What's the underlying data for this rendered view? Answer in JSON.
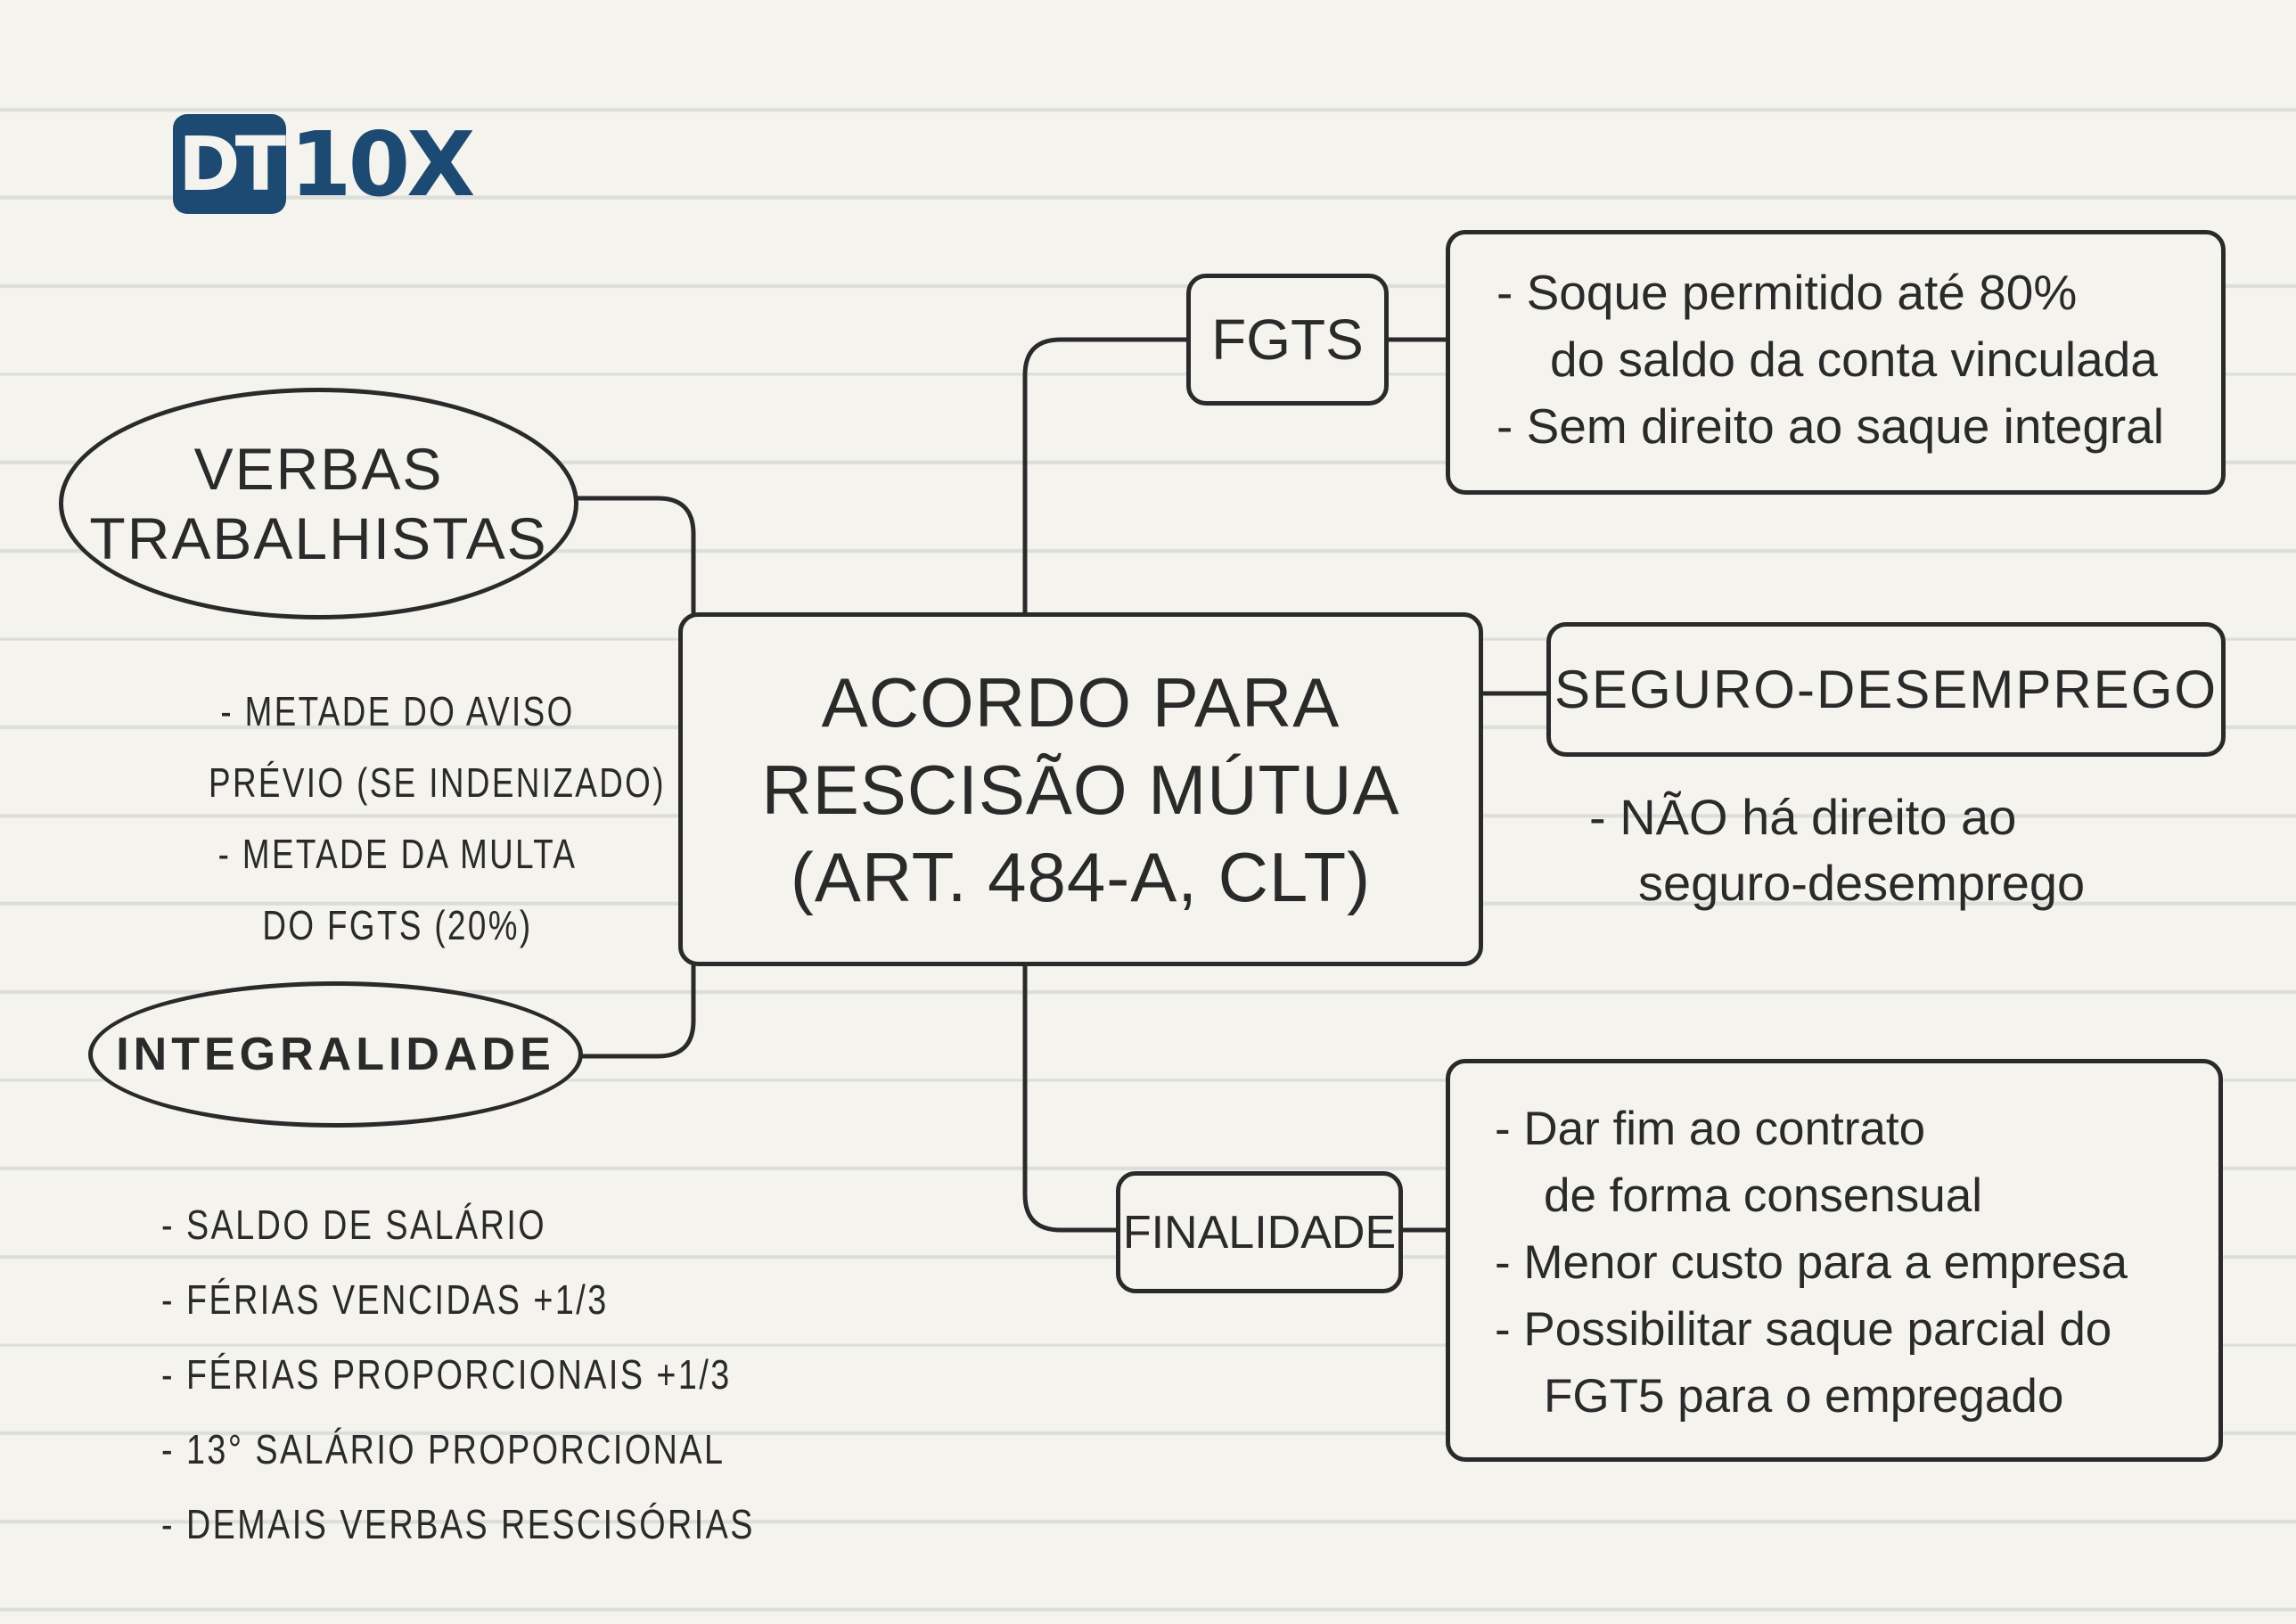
{
  "logo": {
    "part1": "DT",
    "part2": "10X",
    "brand_color": "#1d4a72"
  },
  "center": {
    "line1": "ACORDO PARA",
    "line2": "RESCISÃO MÚTUA",
    "line3": "(ART. 484-A, CLT)"
  },
  "verbas": {
    "title_line1": "VERBAS",
    "title_line2": "TRABALHISTAS",
    "notes": [
      "- METADE DO AVISO",
      "PRÉVIO (SE INDENIZADO)",
      "- METADE DA MULTA",
      "DO FGTS (20%)"
    ]
  },
  "integralidade": {
    "title": "INTEGRALIDADE",
    "items": [
      "- SALDO DE SALÁRIO",
      "- FÉRIAS VENCIDAS +1/3",
      "- FÉRIAS PROPORCIONAIS +1/3",
      "- 13° SALÁRIO PROPORCIONAL",
      "- DEMAIS VERBAS RESCISÓRIAS"
    ]
  },
  "fgts": {
    "title": "FGTS",
    "lines": [
      "- Soque permitido até 80%",
      "do saldo da conta vinculada",
      "- Sem direito ao saque integral"
    ]
  },
  "seguro": {
    "title": "SEGURO-DESEMPREGO",
    "lines": [
      "- NÃO há direito ao",
      "seguro-desemprego"
    ]
  },
  "finalidade": {
    "title": "FINALIDADE",
    "lines": [
      "- Dar fim ao contrato",
      "de forma consensual",
      "- Menor custo para a empresa",
      "- Possibilitar saque parcial do",
      "FGT5 para o empregado"
    ]
  }
}
